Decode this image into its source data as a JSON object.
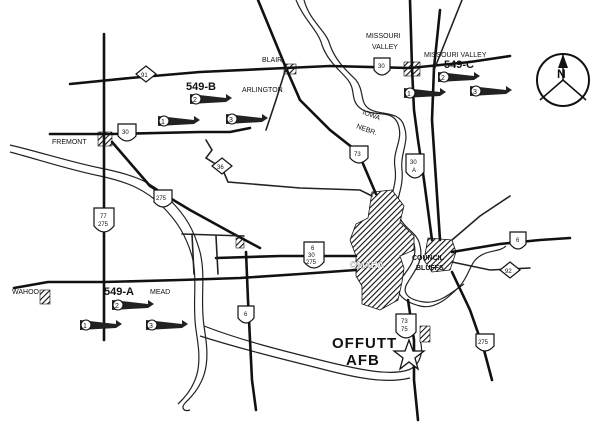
{
  "labels": {
    "blair": "BLAIR",
    "missouri_valley_top": "MISSOURI",
    "missouri_valley_bottom": "VALLEY",
    "missouri_valley_right": "MISSOURI VALLEY",
    "arlington": "ARLINGTON",
    "fremont": "FREMONT",
    "iowa": "IOWA",
    "nebr": "NEBR.",
    "omaha": "OMAHA",
    "council_top": "COUNCIL",
    "council_bottom": "BLUFFS",
    "wahoo": "WAHOO",
    "mead": "MEAD",
    "offutt_top": "OFFUTT",
    "offutt_bottom": "AFB"
  },
  "sites": {
    "b": "549-B",
    "c": "549-C",
    "a": "549-A"
  },
  "arrows": {
    "c1": "1",
    "c2": "2",
    "c3": "3",
    "b1": "1",
    "b2": "2",
    "b3": "3",
    "a1": "1",
    "a2": "2",
    "a3": "3"
  },
  "shields": {
    "s91": "91",
    "s30_top": "30",
    "s30_fremont": "30",
    "s36": "36",
    "s275_mid": "275",
    "s77_a": "77",
    "s77_b": "275",
    "s73": "73",
    "s30a_a": "30",
    "s30a_b": "A",
    "s6_mid_a": "6",
    "s6_mid_b": "30",
    "s6_mid_c": "275",
    "s6_south": "6",
    "s6_east": "6",
    "s92": "92",
    "s73_75_a": "73",
    "s73_75_b": "75",
    "s275_se": "275"
  },
  "compass": {
    "letter": "N"
  }
}
